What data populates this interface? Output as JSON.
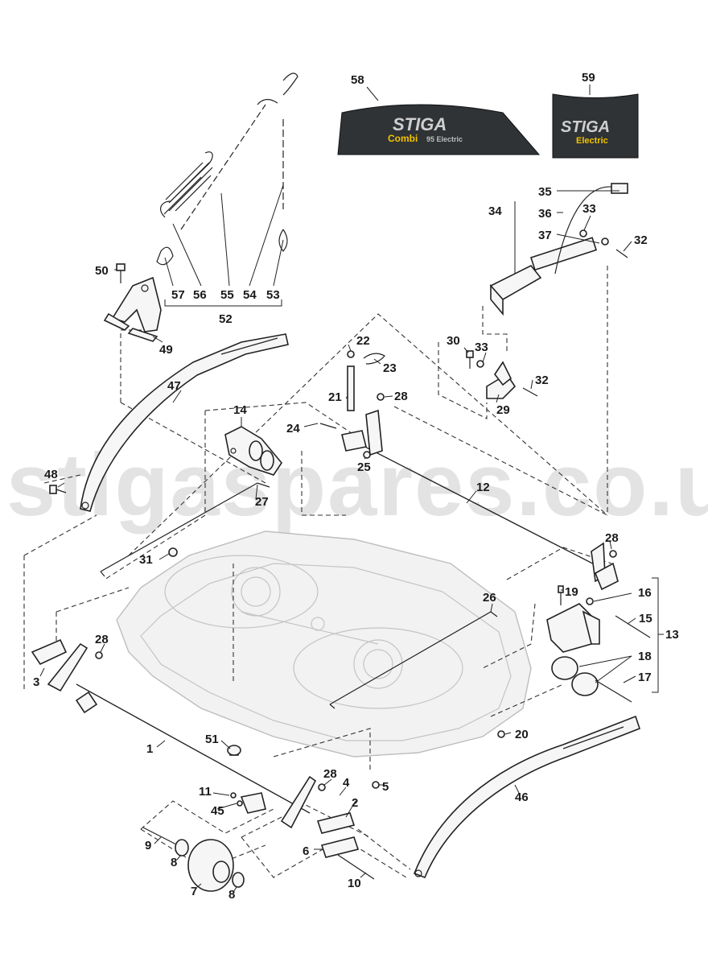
{
  "watermark": "stigaspares.co.uk",
  "decals": {
    "d58": {
      "brand": "STIGA",
      "model": "Combi",
      "variant": "95 Electric",
      "color": "#2f3336",
      "accent": "#f2c200"
    },
    "d59": {
      "brand": "STIGA",
      "variant": "Electric",
      "color": "#2f3336",
      "accent": "#f2c200"
    }
  },
  "callouts": {
    "c1": "1",
    "c2": "2",
    "c3": "3",
    "c4": "4",
    "c5": "5",
    "c6": "6",
    "c7": "7",
    "c8a": "8",
    "c8b": "8",
    "c9": "9",
    "c10": "10",
    "c11": "11",
    "c12": "12",
    "c13": "13",
    "c14": "14",
    "c15": "15",
    "c16": "16",
    "c17": "17",
    "c18": "18",
    "c19": "19",
    "c20": "20",
    "c21": "21",
    "c22": "22",
    "c23": "23",
    "c24": "24",
    "c25": "25",
    "c26": "26",
    "c27": "27",
    "c28a": "28",
    "c28b": "28",
    "c28c": "28",
    "c28d": "28",
    "c29": "29",
    "c30": "30",
    "c31": "31",
    "c32a": "32",
    "c32b": "32",
    "c33a": "33",
    "c33b": "33",
    "c34": "34",
    "c35": "35",
    "c36": "36",
    "c37": "37",
    "c45": "45",
    "c46": "46",
    "c47": "47",
    "c48": "48",
    "c49": "49",
    "c50": "50",
    "c51": "51",
    "c52": "52",
    "c53": "53",
    "c54": "54",
    "c55": "55",
    "c56": "56",
    "c57": "57",
    "c58": "58",
    "c59": "59"
  }
}
